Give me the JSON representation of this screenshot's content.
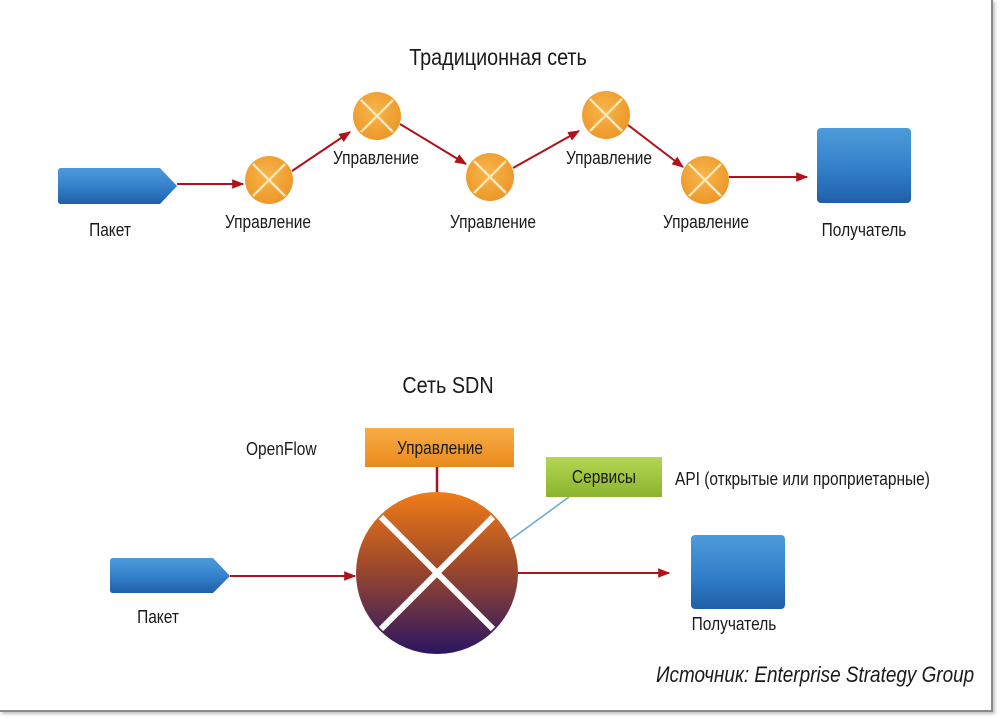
{
  "traditional": {
    "title": "Традиционная сеть",
    "packet_label": "Пакет",
    "receiver_label": "Получатель",
    "nodes": [
      {
        "label": "Управление",
        "icon": "switch-cross-icon"
      },
      {
        "label": "Управление",
        "icon": "switch-cross-icon"
      },
      {
        "label": "Управление",
        "icon": "switch-cross-icon"
      },
      {
        "label": "Управление",
        "icon": "switch-cross-icon"
      },
      {
        "label": "Управление",
        "icon": "switch-cross-icon"
      }
    ]
  },
  "sdn": {
    "title": "Сеть SDN",
    "openflow_label": "OpenFlow",
    "control_label": "Управление",
    "services_label": "Сервисы",
    "api_label": "API (открытые или проприетарные)",
    "packet_label": "Пакет",
    "receiver_label": "Получатель"
  },
  "source": "Источник: Enterprise Strategy Group",
  "colors": {
    "packet_blue": "#2f7dc8",
    "arrow_red": "#b0121b",
    "node_orange": "#f0a030",
    "control_orange": "#f09a2a",
    "services_green": "#9cc23a",
    "services_link": "#6aa6d0",
    "sdn_top": "#ea7a1a",
    "sdn_bottom": "#2a1660"
  }
}
